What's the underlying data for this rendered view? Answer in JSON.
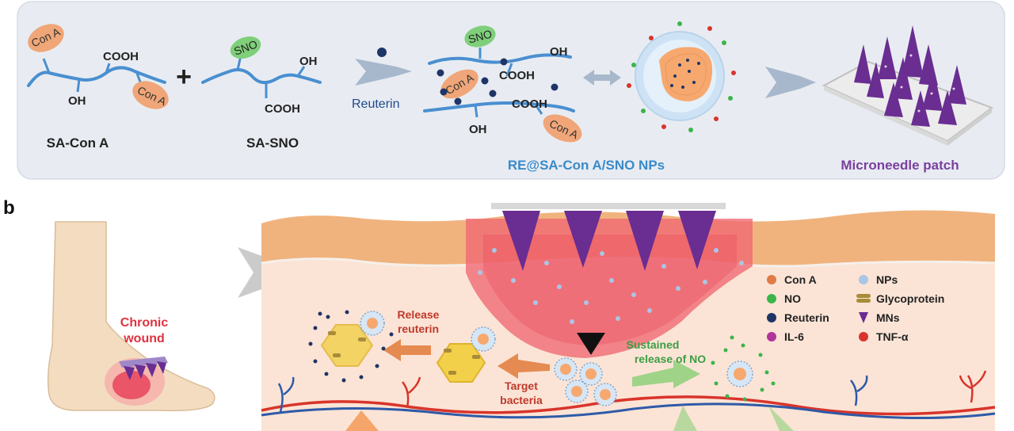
{
  "panel_a": {
    "sa_con_a": "SA-Con A",
    "sa_sno": "SA-SNO",
    "plus": "+",
    "con_a": "Con A",
    "sno": "SNO",
    "cooh": "COOH",
    "oh": "OH",
    "reuterin": "Reuterin",
    "nps_label": "RE@SA-Con A/SNO NPs",
    "mn_patch_label": "Microneedle patch"
  },
  "panel_b": {
    "letter": "b",
    "chronic_wound": [
      "Chronic",
      "wound"
    ],
    "release_reuterin": [
      "Release",
      "reuterin"
    ],
    "target_bacteria": [
      "Target",
      "bacteria"
    ],
    "sustained_no": [
      "Sustained",
      "release of NO"
    ]
  },
  "legend": [
    {
      "label": "Con A",
      "color": "#e07b46",
      "icon": "dot"
    },
    {
      "label": "NPs",
      "color": "#a9c6e6",
      "icon": "dot"
    },
    {
      "label": "NO",
      "color": "#3bb54a",
      "icon": "dot"
    },
    {
      "label": "Glycoprotein",
      "color": "#a88c3a",
      "icon": "glycoprotein"
    },
    {
      "label": "Reuterin",
      "color": "#1f3566",
      "icon": "dot"
    },
    {
      "label": "MNs",
      "color": "#6a2d91",
      "icon": "triangle"
    },
    {
      "label": "IL-6",
      "color": "#b0359a",
      "icon": "dot"
    },
    {
      "label": "TNF-α",
      "color": "#d9342b",
      "icon": "dot"
    }
  ],
  "colors": {
    "panel_bg": "#e8ecf2",
    "chain_blue": "#4a8fd0",
    "con_a_orange": "#f0a678",
    "sno_green": "#7fcf7a",
    "nps_blue": "#3a8ac9",
    "mn_purple": "#6a2d91",
    "skin_top": "#f0b37e",
    "skin_body": "#fbe4d6",
    "wound_red": "#f06a74"
  }
}
